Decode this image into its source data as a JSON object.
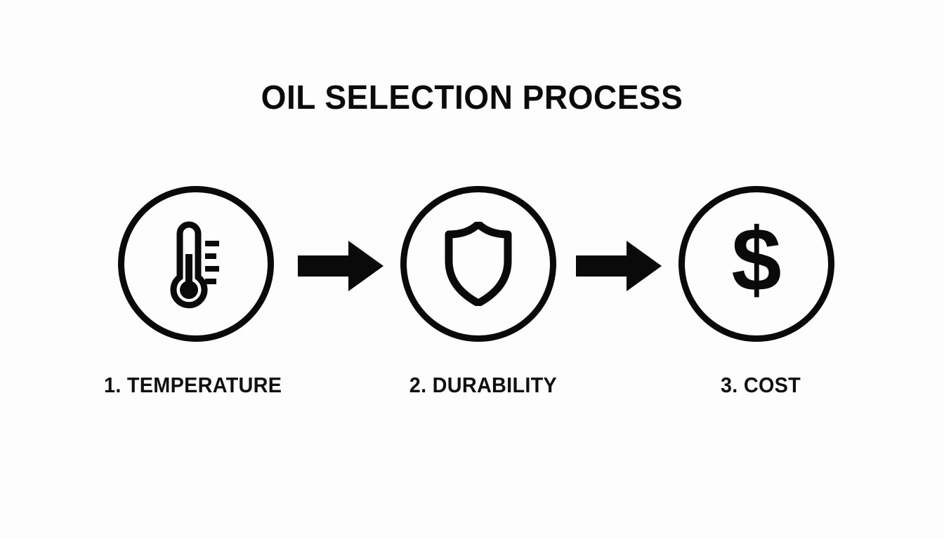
{
  "page": {
    "title": "OIL SELECTION PROCESS",
    "background_color": "#fdfdfd",
    "foreground_color": "#0a0a0a"
  },
  "diagram_data": {
    "type": "process-flow",
    "orientation": "horizontal",
    "step_count": 3,
    "connector": "solid-black-arrow",
    "steps": [
      {
        "index": 1,
        "number": "1.",
        "name": "TEMPERATURE",
        "label": "1. TEMPERATURE",
        "icon": "thermometer-icon",
        "shape": "circle-outline"
      },
      {
        "index": 2,
        "number": "2.",
        "name": "DURABILITY",
        "label": "2. DURABILITY",
        "icon": "shield-icon",
        "shape": "circle-outline"
      },
      {
        "index": 3,
        "number": "3.",
        "name": "COST",
        "label": "3. COST",
        "icon": "dollar-sign-icon",
        "shape": "circle-outline"
      }
    ],
    "arrows": [
      {
        "from": "1. TEMPERATURE",
        "to": "2. DURABILITY",
        "icon": "arrow-right-icon"
      },
      {
        "from": "2. DURABILITY",
        "to": "3. COST",
        "icon": "arrow-right-icon"
      }
    ]
  }
}
